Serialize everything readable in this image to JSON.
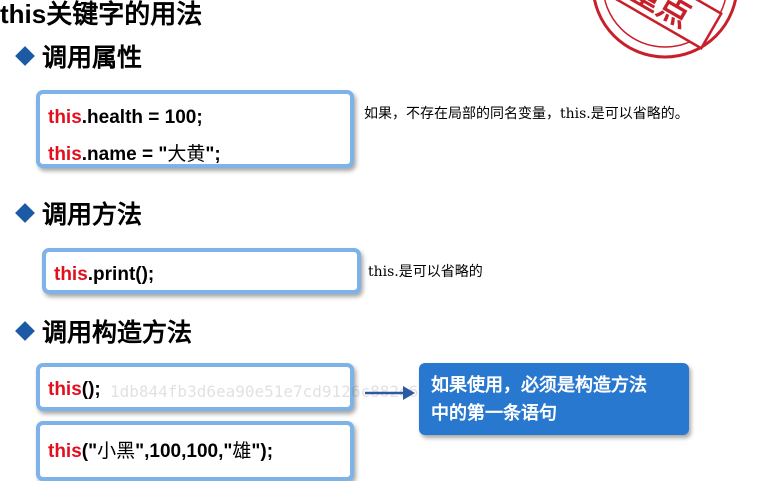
{
  "title": "this关键字的用法",
  "sections": [
    {
      "heading": "调用属性",
      "code": [
        {
          "kw": "this",
          "rest_a": ".health = 100;",
          "cn": "",
          "rest_b": ""
        },
        {
          "kw": "this",
          "rest_a": ".name = \"",
          "cn": "大黄",
          "rest_b": "\";"
        }
      ],
      "note": "如果，不存在局部的同名变量，this.是可以省略的。"
    },
    {
      "heading": "调用方法",
      "code": [
        {
          "kw": "this",
          "rest_a": ".print();",
          "cn": "",
          "rest_b": ""
        }
      ],
      "note": "this.是可以省略的"
    },
    {
      "heading": "调用构造方法",
      "code": [
        {
          "kw": "this",
          "rest_a": "();",
          "cn": "",
          "rest_b": ""
        },
        {
          "kw": "this",
          "rest_a": "(\"",
          "cn": "小黑",
          "rest_b": "\",100,100,\""
        },
        {
          "kw": "",
          "rest_a": "",
          "cn": "雄",
          "rest_b": "\");"
        }
      ],
      "callout": [
        "如果使用，必须是构造方法",
        "中的第一条语句"
      ]
    }
  ],
  "watermark": "1db844fb3d6ea90e51e7cd9126c882e6",
  "stamp": {
    "text": "重点",
    "color": "#c8202a"
  },
  "colors": {
    "keyword": "#e0101e",
    "box_border": "#7db3e8",
    "callout_bg": "#2878d0",
    "diamond": "#1c5aa6"
  }
}
